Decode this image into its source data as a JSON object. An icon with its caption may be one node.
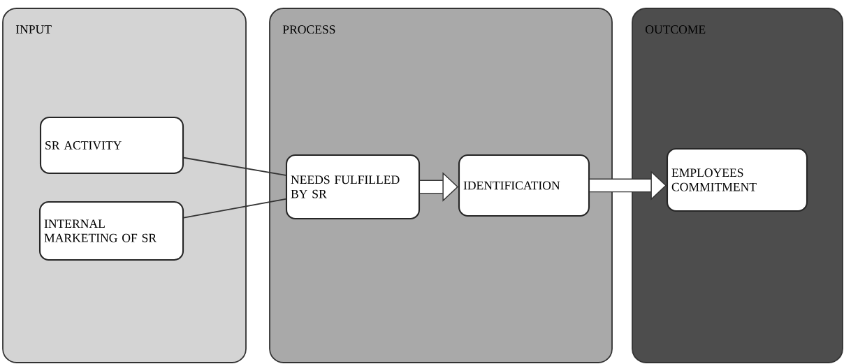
{
  "diagram": {
    "nodes": [
      {
        "text": [
          "INPUT"
        ]
      },
      {
        "text": [
          "PROCESS"
        ]
      },
      {
        "text": [
          "OUTCOME"
        ]
      },
      {
        "text": [
          "SR ACTIVITY"
        ],
        "in": 0
      },
      {
        "text": [
          "INTERNAL MARKETING OF SR"
        ],
        "in": 0
      },
      {
        "text": [
          "NEEDS FULFILLED BY SR"
        ],
        "in": 1
      },
      {
        "text": [
          "IDENTIFICATION"
        ],
        "in": 1
      },
      {
        "text": [
          "EMPLOYEES COMMITMENT"
        ],
        "in": 2
      }
    ],
    "edges": [
      {
        "from": 3,
        "to": 5,
        "arrow": "none"
      },
      {
        "from": 4,
        "to": 5,
        "arrow": "none"
      },
      {
        "from": 5,
        "to": 6,
        "arrow": "to",
        "style": "thick"
      },
      {
        "from": 6,
        "to": 7,
        "arrow": "to",
        "style": "thick"
      }
    ]
  }
}
